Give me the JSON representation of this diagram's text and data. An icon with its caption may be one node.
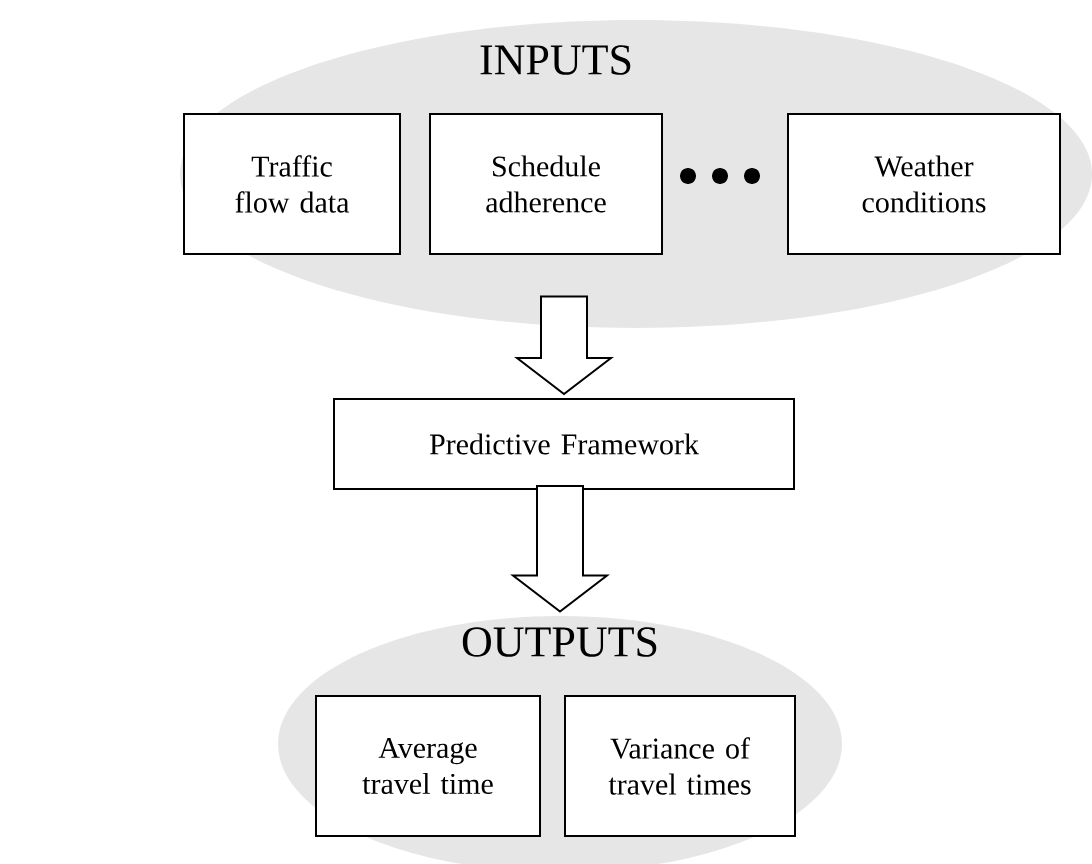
{
  "diagram": {
    "nodes": [
      {
        "text": [
          "INPUTS"
        ]
      },
      {
        "text": [
          "Traffic flow data"
        ],
        "in": 0
      },
      {
        "text": [
          "Schedule adherence"
        ],
        "in": 0
      },
      {
        "text": [
          "Weather conditions"
        ],
        "in": 0
      },
      {
        "text": [
          "Predictive Framework"
        ]
      },
      {
        "text": [
          "OUTPUTS"
        ]
      },
      {
        "text": [
          "Average travel time"
        ],
        "in": 5
      },
      {
        "text": [
          "Variance of travel times"
        ],
        "in": 5
      }
    ],
    "edges": [
      {
        "from": 0,
        "to": 4,
        "arrow": "to"
      },
      {
        "from": 4,
        "to": 5,
        "arrow": "to"
      }
    ]
  }
}
